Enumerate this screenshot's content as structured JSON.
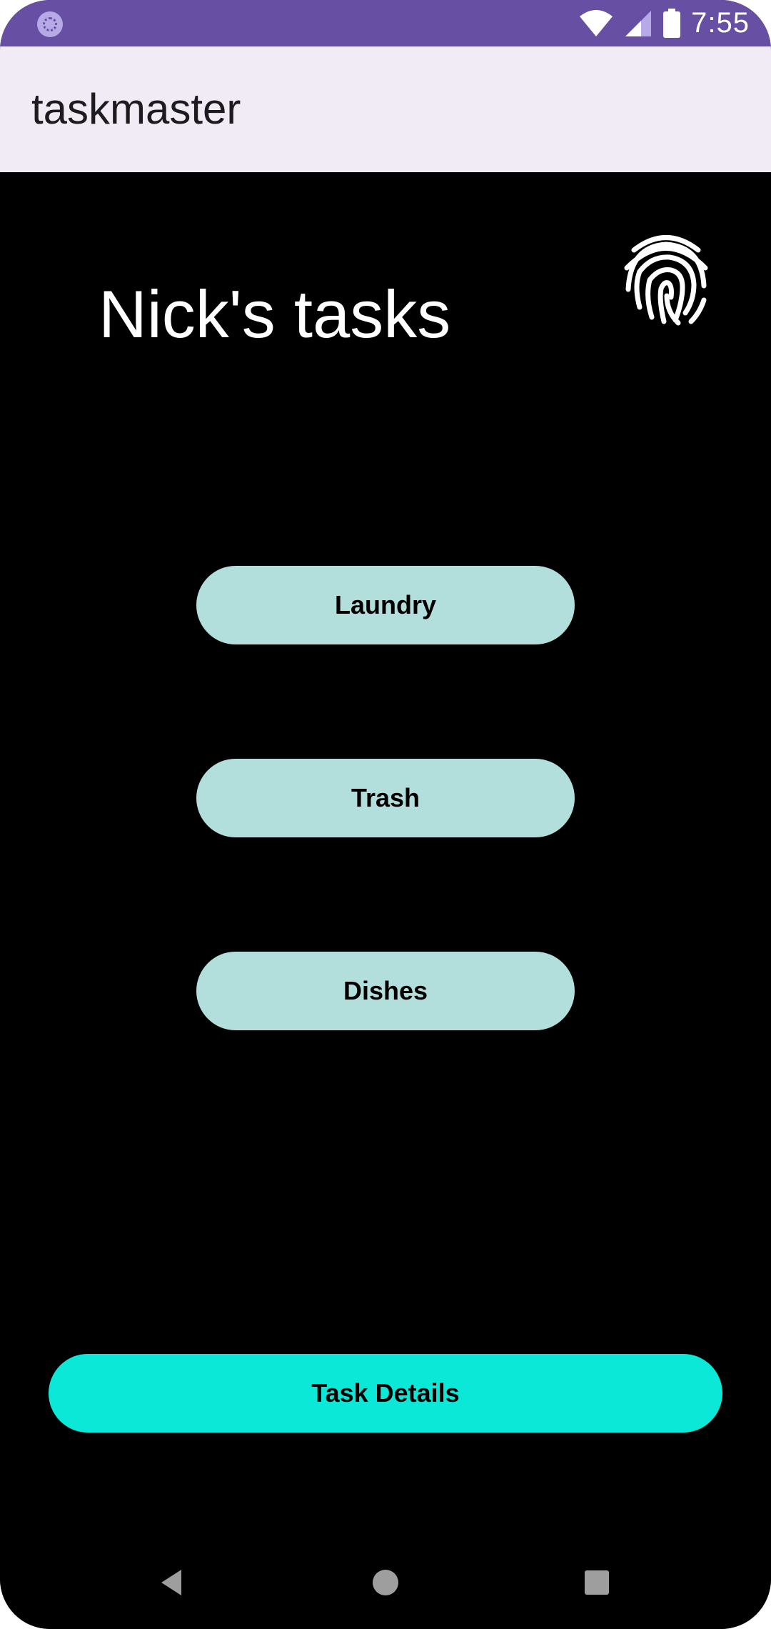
{
  "status_bar": {
    "time": "7:55",
    "icons": [
      "app-notification-icon",
      "wifi-icon",
      "cellular-signal-icon",
      "battery-icon"
    ]
  },
  "app_bar": {
    "title": "taskmaster"
  },
  "main": {
    "heading": "Nick's tasks",
    "fingerprint_icon": "fingerprint-icon",
    "tasks": [
      {
        "label": "Laundry"
      },
      {
        "label": "Trash"
      },
      {
        "label": "Dishes"
      }
    ],
    "details_button_label": "Task Details"
  },
  "nav_bar": {
    "icons": [
      "back-icon",
      "home-icon",
      "recents-icon"
    ]
  },
  "colors": {
    "status_bar": "#6750a4",
    "app_bar": "#f1ebf6",
    "background": "#000000",
    "task_button": "#b2dfdb",
    "details_button": "#0ce8d8",
    "nav_icon": "#9e9e9e"
  }
}
